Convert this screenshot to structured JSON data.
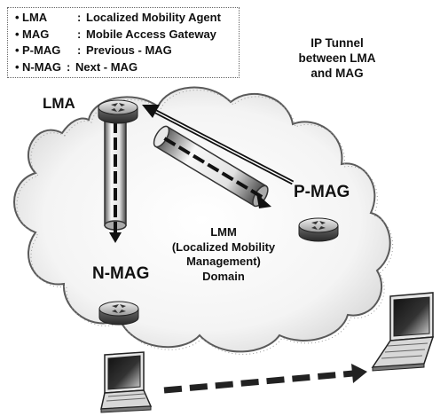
{
  "legend": {
    "items": [
      {
        "abbr": "LMA",
        "meaning": "Localized Mobility Agent"
      },
      {
        "abbr": "MAG",
        "meaning": "Mobile Access Gateway"
      },
      {
        "abbr": "P-MAG",
        "meaning": "Previous - MAG"
      },
      {
        "abbr": "N-MAG",
        "meaning": "Next - MAG"
      }
    ],
    "bullet": "•",
    "separator": ":"
  },
  "tunnel_note": {
    "lines": [
      "IP Tunnel",
      "between LMA",
      "and MAG"
    ]
  },
  "domain_note": {
    "lines": [
      "LMM",
      "(Localized Mobility",
      "Management)",
      "Domain"
    ]
  },
  "nodes": {
    "lma": "LMA",
    "p_mag": "P-MAG",
    "n_mag": "N-MAG"
  },
  "icons": [
    "router-icon",
    "laptop-icon",
    "cloud-icon",
    "tunnel-icon",
    "movement-arrow-icon"
  ]
}
